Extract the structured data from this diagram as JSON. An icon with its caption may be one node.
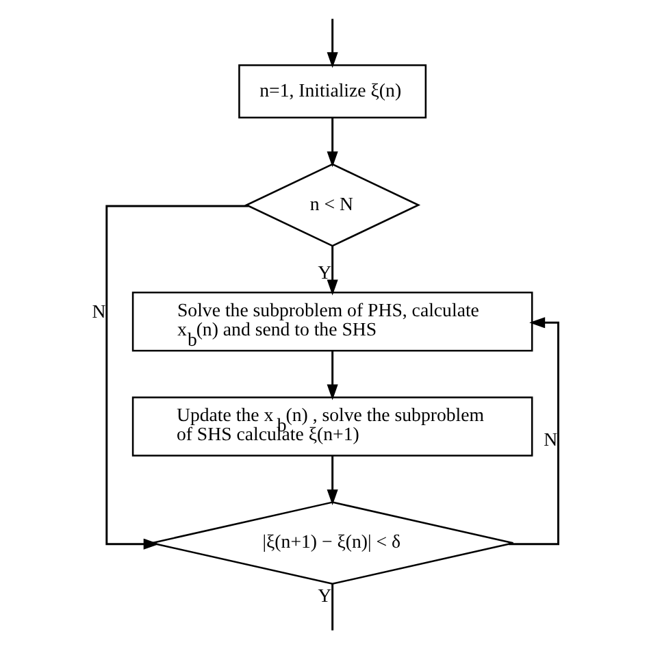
{
  "diagram": {
    "nodes": [
      {
        "text": [
          "n=1, Initialize ξ(n)"
        ]
      },
      {
        "text": [
          "n < N"
        ]
      },
      {
        "text": [
          "Solve the subproblem of PHS, calculate x$_{b}$(n) and send to the SHS"
        ]
      },
      {
        "text": [
          "Update the x$_{b}$(n) , solve the subproblem of SHS calculate ξ(n+1)"
        ]
      },
      {
        "text": [
          "|ξ(n+1) − ξ(n)| < δ"
        ]
      }
    ],
    "edges": [
      {
        "from": null,
        "to": 0,
        "arrow": "to"
      },
      {
        "from": 0,
        "to": 1,
        "arrow": "to"
      },
      {
        "from": 1,
        "to": 2,
        "arrow": "to",
        "label": "Y"
      },
      {
        "from": 1,
        "to": 4,
        "arrow": "to",
        "label": "N"
      },
      {
        "from": 2,
        "to": 3,
        "arrow": "to"
      },
      {
        "from": 3,
        "to": 4,
        "arrow": "to"
      },
      {
        "from": 4,
        "to": 2,
        "arrow": "to",
        "label": "N"
      },
      {
        "from": 4,
        "to": null,
        "arrow": "none",
        "label": "Y"
      }
    ]
  }
}
